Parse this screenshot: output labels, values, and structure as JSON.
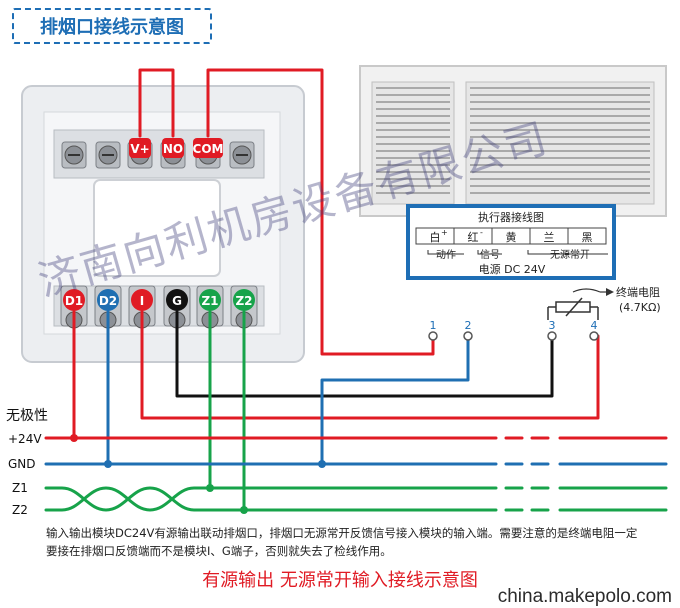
{
  "title": "排烟口接线示意图",
  "top_terminals": [
    "V+",
    "NO",
    "COM"
  ],
  "bottom_terminals": [
    "D1",
    "D2",
    "I",
    "G",
    "Z1",
    "Z2"
  ],
  "actuator": {
    "title": "执行器接线图",
    "cells": [
      "白",
      "红",
      "黄",
      "兰",
      "黑"
    ],
    "white_mark": "+",
    "red_mark": "-",
    "sub_labels": [
      "动作",
      "信号",
      "无源常开"
    ],
    "power": "电源 DC 24V"
  },
  "terminal_numbers": [
    "1",
    "2",
    "3",
    "4"
  ],
  "end_resistor": {
    "label": "终端电阻",
    "value": "(4.7KΩ)"
  },
  "bus": {
    "heading": "无极性",
    "lines": [
      "+24V",
      "GND",
      "Z1",
      "Z2"
    ]
  },
  "description": "输入输出模块DC24V有源输出联动排烟口，排烟口无源常开反馈信号接入模块的输入端。需要注意的是终端电阻一定要接在排烟口反馈端而不是模块I、G端子，否则就失去了检线作用。",
  "footer": "有源输出 无源常开输入接线示意图",
  "watermark": "济南向利机房设备有限公司",
  "website": "china.makepolo.com",
  "colors": {
    "red": "#e01b24",
    "blue": "#1f6fb2",
    "green": "#17a34a",
    "black": "#111111",
    "accent": "#1e6eb5"
  }
}
